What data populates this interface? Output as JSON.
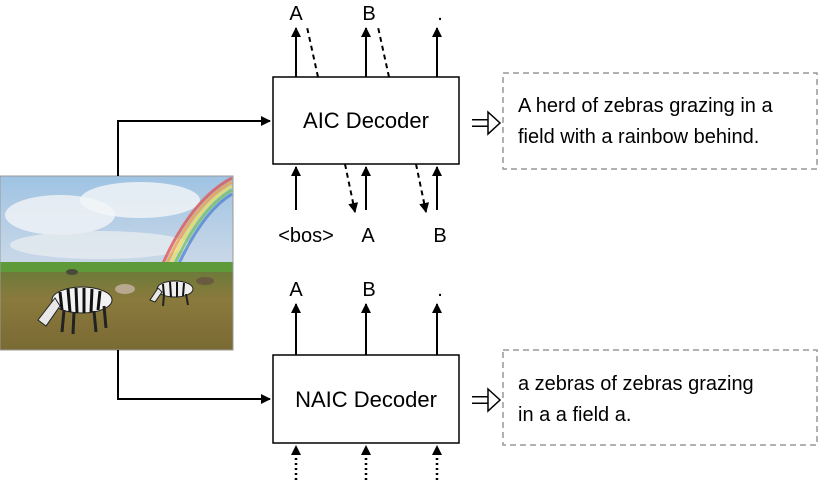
{
  "aic": {
    "decoder_label": "AIC Decoder",
    "outputs": [
      "A",
      "B",
      "."
    ],
    "inputs": [
      "<bos>",
      "A",
      "B"
    ],
    "caption_lines": [
      "A herd of zebras grazing in a",
      "field with a rainbow behind."
    ]
  },
  "naic": {
    "decoder_label": "NAIC Decoder",
    "outputs": [
      "A",
      "B",
      "."
    ],
    "caption_lines": [
      "a zebras of zebras grazing",
      "in a a field a."
    ]
  }
}
